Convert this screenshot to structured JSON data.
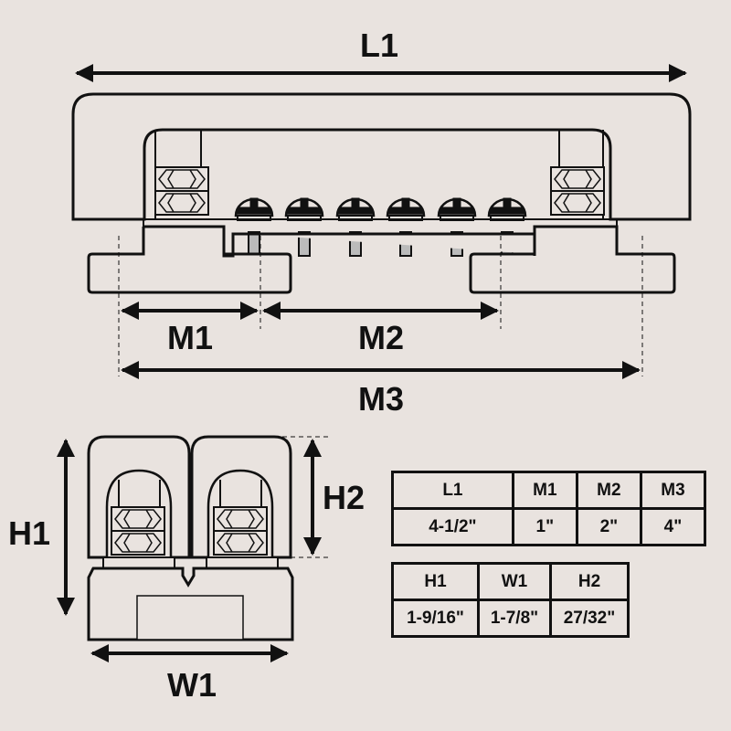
{
  "labels": {
    "l1": "L1",
    "m1": "M1",
    "m2": "M2",
    "m3": "M3",
    "h1": "H1",
    "h2": "H2",
    "w1": "W1"
  },
  "table1": {
    "headers": [
      "L1",
      "M1",
      "M2",
      "M3"
    ],
    "values": [
      "4-1/2\"",
      "1\"",
      "2\"",
      "4\""
    ]
  },
  "table2": {
    "headers": [
      "H1",
      "W1",
      "H2"
    ],
    "values": [
      "1-9/16\"",
      "1-7/8\"",
      "27/32\""
    ]
  }
}
